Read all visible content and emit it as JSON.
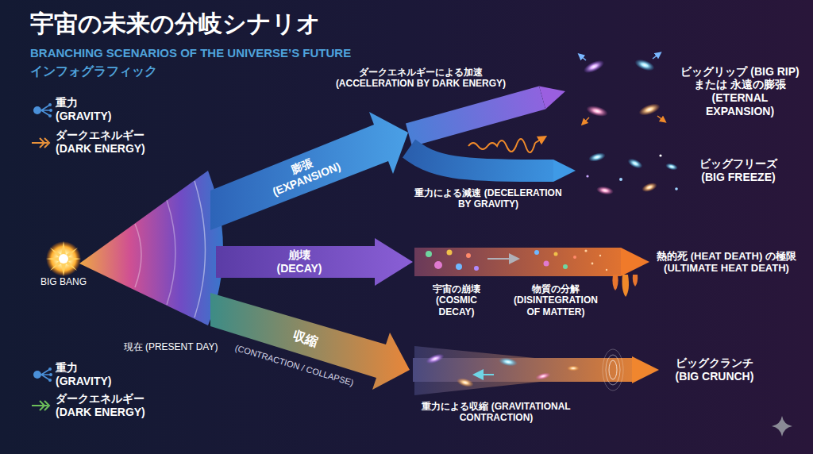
{
  "diagram": {
    "title": "宇宙の未来の分岐シナリオ",
    "nodes": [
      {
        "text": [
          "BIG BANG"
        ]
      },
      {
        "text": [
          "膨張 (EXPANSION)"
        ]
      },
      {
        "text": [
          "崩壊 (DECAY)"
        ]
      },
      {
        "text": [
          "収縮",
          "(CONTRACTION / COLLAPSE)"
        ]
      },
      {
        "text": [
          "ビッグリップ (BIG RIP) または 永遠の膨張 (ETERNAL EXPANSION)"
        ]
      },
      {
        "text": [
          "ビッグフリーズ (BIG FREEZE)"
        ]
      },
      {
        "text": [
          "熱的死 (HEAT DEATH) の極限 (ULTIMATE HEAT DEATH)"
        ]
      },
      {
        "text": [
          "ビッグクランチ (BIG CRUNCH)"
        ]
      }
    ],
    "edges": [
      {
        "from": 1,
        "to": 4,
        "arrow": "to",
        "label": "ダークエネルギーによる加速 (ACCELERATION BY DARK ENERGY)"
      },
      {
        "from": 1,
        "to": 5,
        "arrow": "to",
        "label": "重力による減速 (DECELERATION BY GRAVITY)"
      },
      {
        "from": 2,
        "to": 6,
        "arrow": "to",
        "label": "宇宙の崩壊 (COSMIC DECAY)"
      },
      {
        "from": 3,
        "to": 7,
        "arrow": "to",
        "label": "重力による収縮 (GRAVITATIONAL CONTRACTION)"
      }
    ],
    "labels": [
      "BRANCHING SCENARIOS OF THE UNIVERSE’S FUTURE",
      "インフォグラフィック",
      "現在 (PRESENT DAY)",
      "物質の分解 (DISINTEGRATION OF MATTER)"
    ],
    "legend": [
      {
        "text": "重力 (GRAVITY)"
      },
      {
        "text": "ダークエネルギー (DARK ENERGY)"
      },
      {
        "text": "重力 (GRAVITY)"
      },
      {
        "text": "ダークエネルギー (DARK ENERGY)"
      }
    ]
  }
}
